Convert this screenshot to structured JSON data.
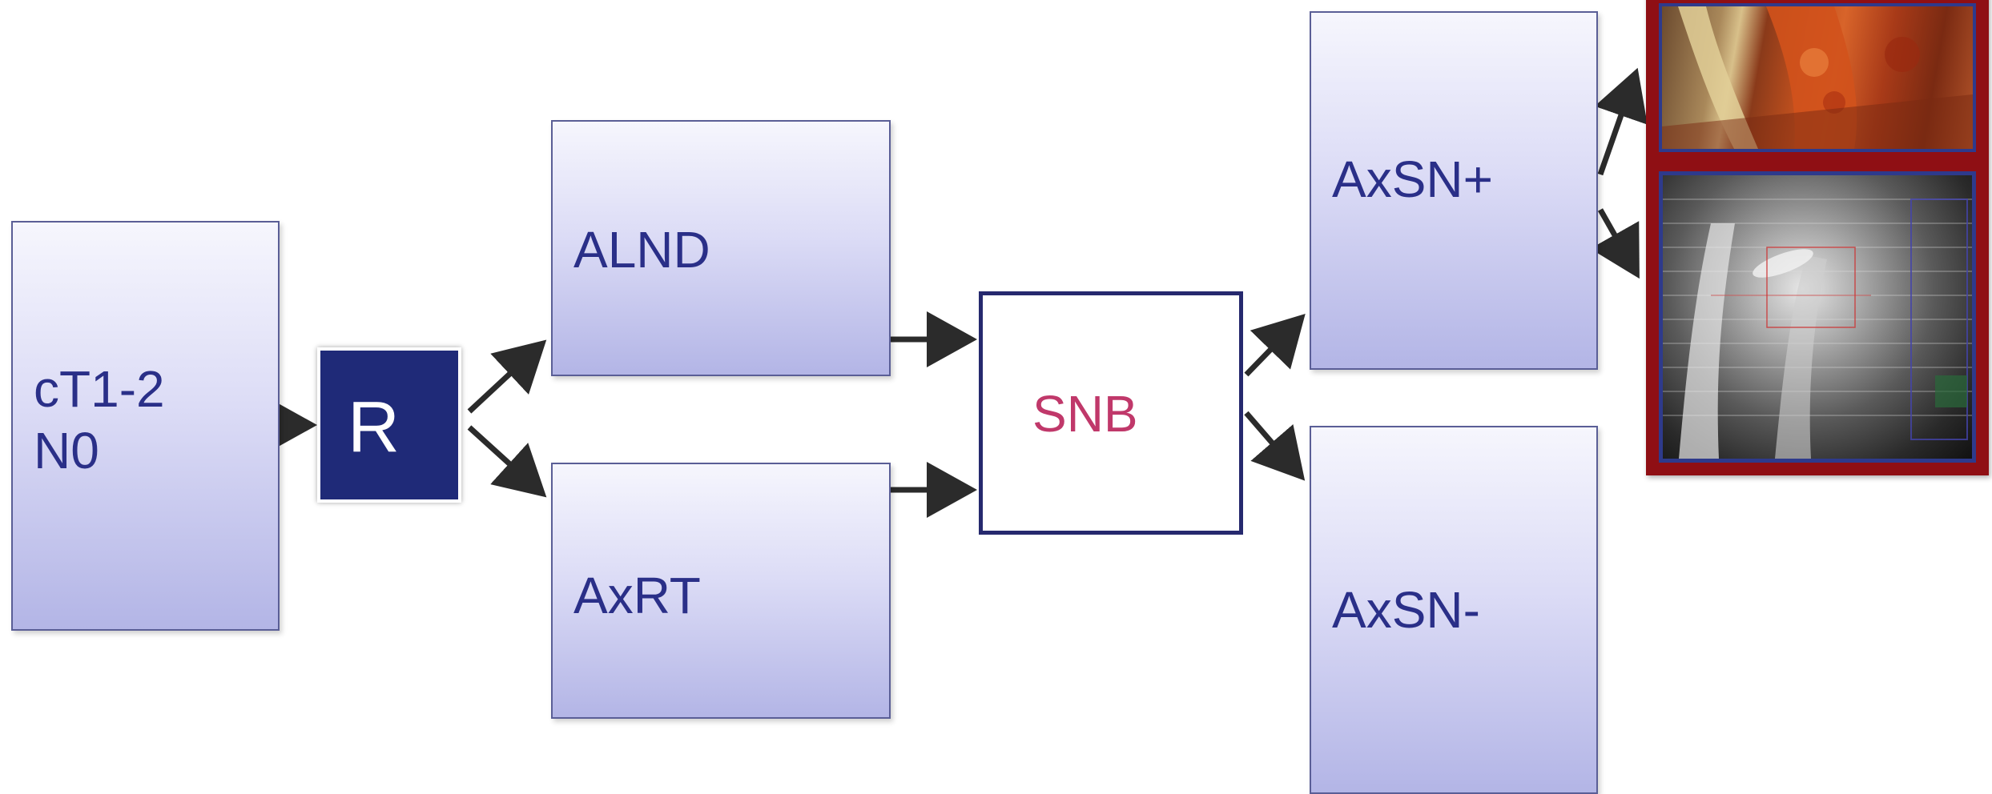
{
  "nodes": {
    "ct": {
      "line1": "cT1-2",
      "line2": "N0"
    },
    "r": "R",
    "alnd": "ALND",
    "axrt": "AxRT",
    "snb": "SNB",
    "axsn_pos": "AxSN+",
    "axsn_neg": "AxSN-"
  },
  "colors": {
    "box_text": "#2a2f88",
    "r_box": "#1f2a78",
    "snb_text": "#c0386a",
    "snb_border": "#26296e",
    "arrow": "#2b2b2b",
    "image_frame": "#8f0f14"
  },
  "images": {
    "top": "surgery-photo",
    "bottom": "xray-image"
  }
}
